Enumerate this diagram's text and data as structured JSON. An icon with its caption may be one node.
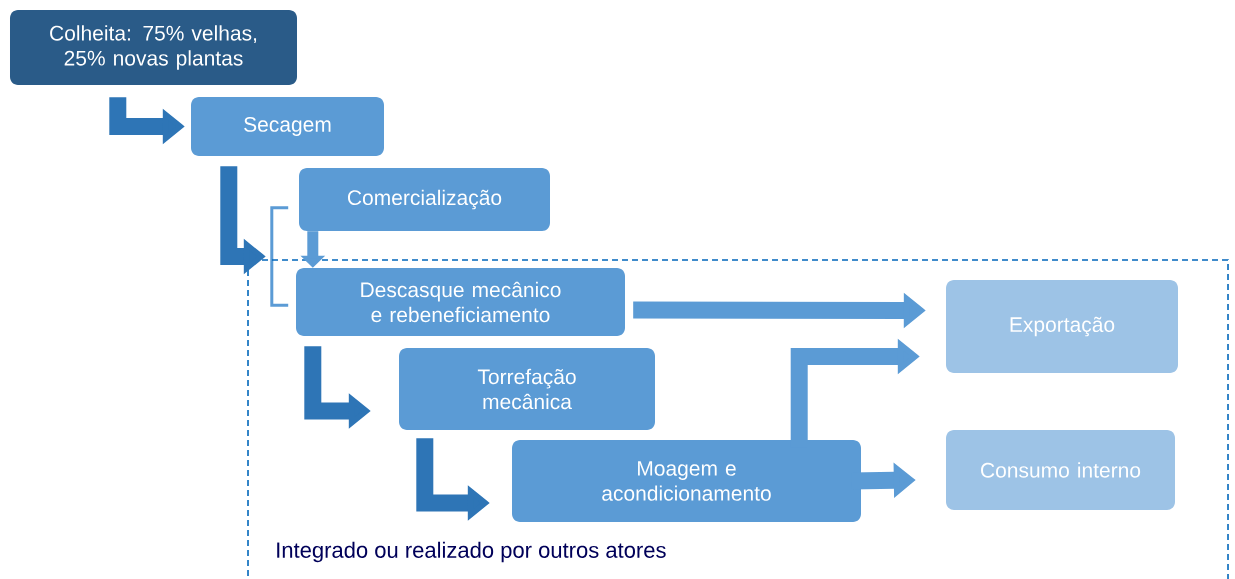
{
  "diagram": {
    "nodes": [
      {
        "text": [
          "Colheita: 75% velhas, 25% novas plantas"
        ]
      },
      {
        "text": [
          "Secagem"
        ]
      },
      {
        "text": [
          "Comercialização"
        ]
      },
      {
        "text": [],
        "shape": "bracket"
      },
      {
        "text": [
          "Integrado ou realizado por outros atores"
        ]
      },
      {
        "text": [
          "Descasque mecânico e rebeneficiamento"
        ],
        "in": 4
      },
      {
        "text": [
          "Torrefação mecânica"
        ],
        "in": 4
      },
      {
        "text": [
          "Moagem e acondicionamento"
        ],
        "in": 4
      },
      {
        "text": [
          "Exportação"
        ],
        "in": 4
      },
      {
        "text": [
          "Consumo interno"
        ],
        "in": 4
      }
    ],
    "edges": [
      {
        "from": 0,
        "to": 1,
        "arrow": "to"
      },
      {
        "from": 1,
        "to": 3,
        "arrow": "to"
      },
      {
        "from": 2,
        "to": 5,
        "arrow": "to",
        "color": "#5b9bd5"
      },
      {
        "from": 5,
        "to": 8,
        "arrow": "to",
        "color": "#5b9bd5"
      },
      {
        "from": 5,
        "to": 6,
        "arrow": "to"
      },
      {
        "from": 6,
        "to": 7,
        "arrow": "to"
      },
      {
        "from": 7,
        "to": 8,
        "arrow": "to",
        "color": "#5b9bd5"
      },
      {
        "from": 7,
        "to": 9,
        "arrow": "to",
        "color": "#5b9bd5"
      }
    ]
  }
}
